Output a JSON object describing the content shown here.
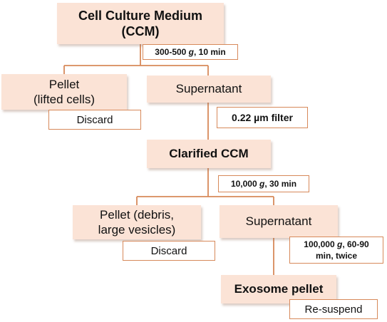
{
  "ccm": {
    "line1": "Cell Culture Medium",
    "line2": "(CCM)"
  },
  "spin1": {
    "prefix": "300-500 ",
    "g": "g",
    "suffix": ", 10 min"
  },
  "pellet1": {
    "line1": "Pellet",
    "line2": "(lifted cells)"
  },
  "discard1": "Discard",
  "supernatant1": "Supernatant",
  "filter": "0.22 µm filter",
  "clarified": "Clarified CCM",
  "spin2": {
    "prefix": "10,000 ",
    "g": "g",
    "suffix": ", 30 min"
  },
  "pellet2": {
    "line1": "Pellet (debris,",
    "line2": "large vesicles)"
  },
  "discard2": "Discard",
  "supernatant2": "Supernatant",
  "spin3": {
    "line1_prefix": "100,000 ",
    "g": "g",
    "line1_suffix": ", 60-90",
    "line2": "min, twice"
  },
  "exosome": "Exosome pellet",
  "resuspend": "Re-suspend",
  "colors": {
    "box_fill": "#fbe3d6",
    "connector": "#d7895a",
    "text": "#111111"
  }
}
